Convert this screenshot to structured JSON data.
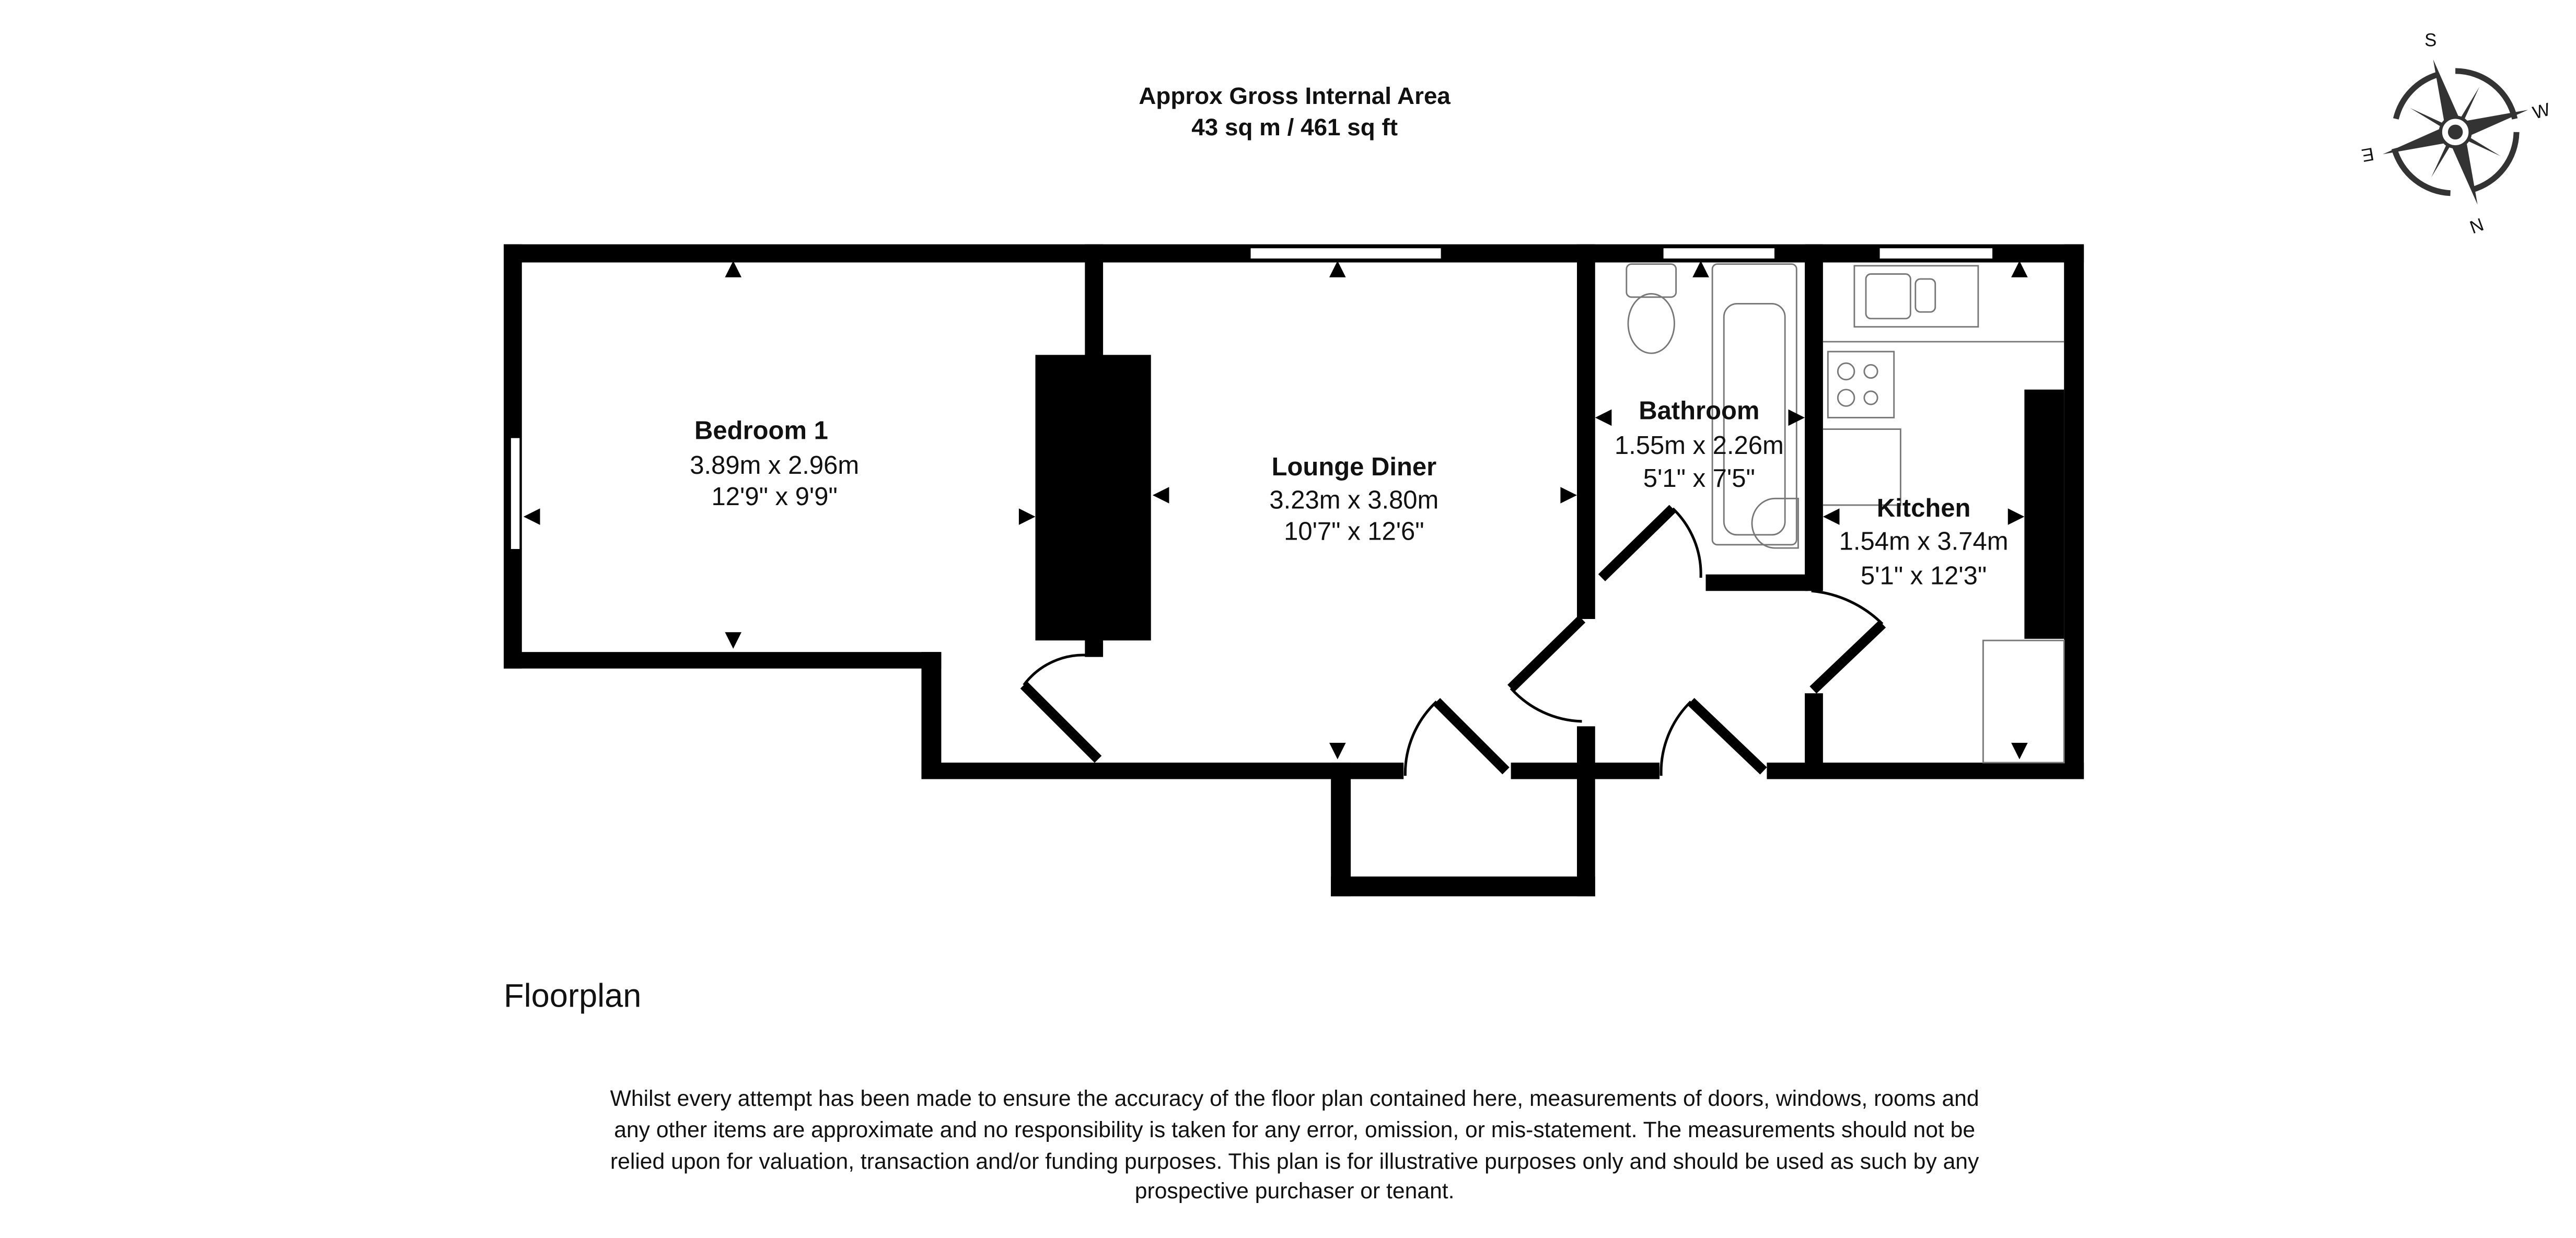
{
  "header": {
    "title": "Approx Gross Internal Area",
    "area": "43 sq m / 461 sq ft"
  },
  "compass": {
    "n": "N",
    "s": "S",
    "e": "E",
    "w": "W"
  },
  "rooms": [
    {
      "name": "Bedroom 1",
      "metric": "3.89m x 2.96m",
      "imperial": "12'9\" x 9'9\""
    },
    {
      "name": "Lounge Diner",
      "metric": "3.23m x 3.80m",
      "imperial": "10'7\" x 12'6\""
    },
    {
      "name": "Bathroom",
      "metric": "1.55m x 2.26m",
      "imperial": "5'1\" x 7'5\""
    },
    {
      "name": "Kitchen",
      "metric": "1.54m x 3.74m",
      "imperial": "5'1\" x 12'3\""
    }
  ],
  "floor_label": "Floorplan",
  "disclaimer": [
    "Whilst every attempt has been made to ensure the accuracy of the floor plan contained here, measurements of doors, windows, rooms and",
    "any other items are approximate and no responsibility is taken for any error, omission, or mis-statement. The measurements should not be",
    "relied upon for valuation, transaction and/or funding purposes. This plan is for illustrative purposes only and should be used as such by any",
    "prospective purchaser or tenant."
  ]
}
